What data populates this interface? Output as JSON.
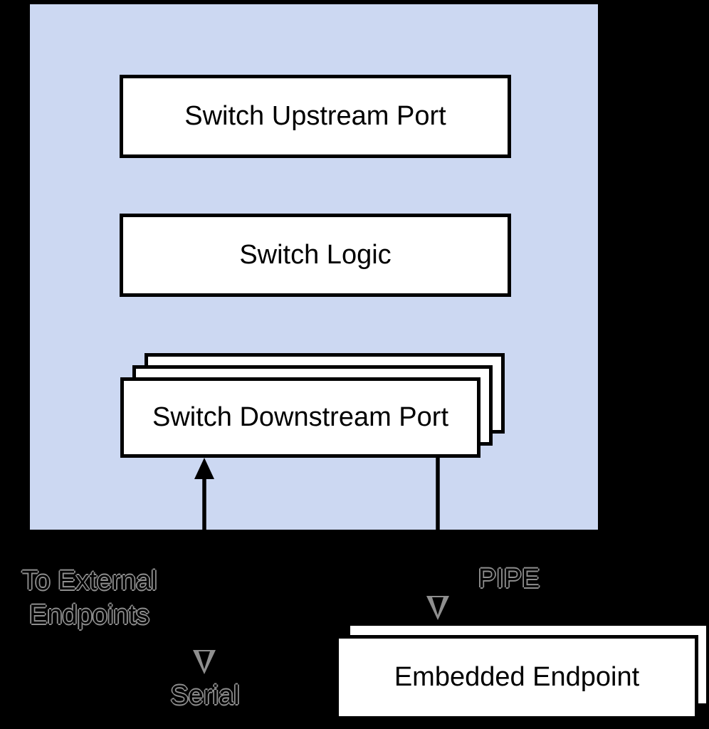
{
  "colors": {
    "background": "#000000",
    "switch_fill": "#ccd8f2",
    "box_fill": "#ffffff",
    "box_border": "#000000",
    "line": "#000000",
    "ghost_gray": "#8f8f8f"
  },
  "switch": {
    "upstream_port_label": "Switch Upstream Port",
    "logic_label": "Switch Logic",
    "downstream_port_label": "Switch Downstream Port",
    "downstream_stack_count": 3
  },
  "embedded_endpoint": {
    "label": "Embedded Endpoint",
    "stack_count": 2
  },
  "annotations": {
    "external_endpoints_line1": "To External",
    "external_endpoints_line2": "Endpoints",
    "serial_label": "Serial",
    "pipe_label": "PIPE"
  }
}
